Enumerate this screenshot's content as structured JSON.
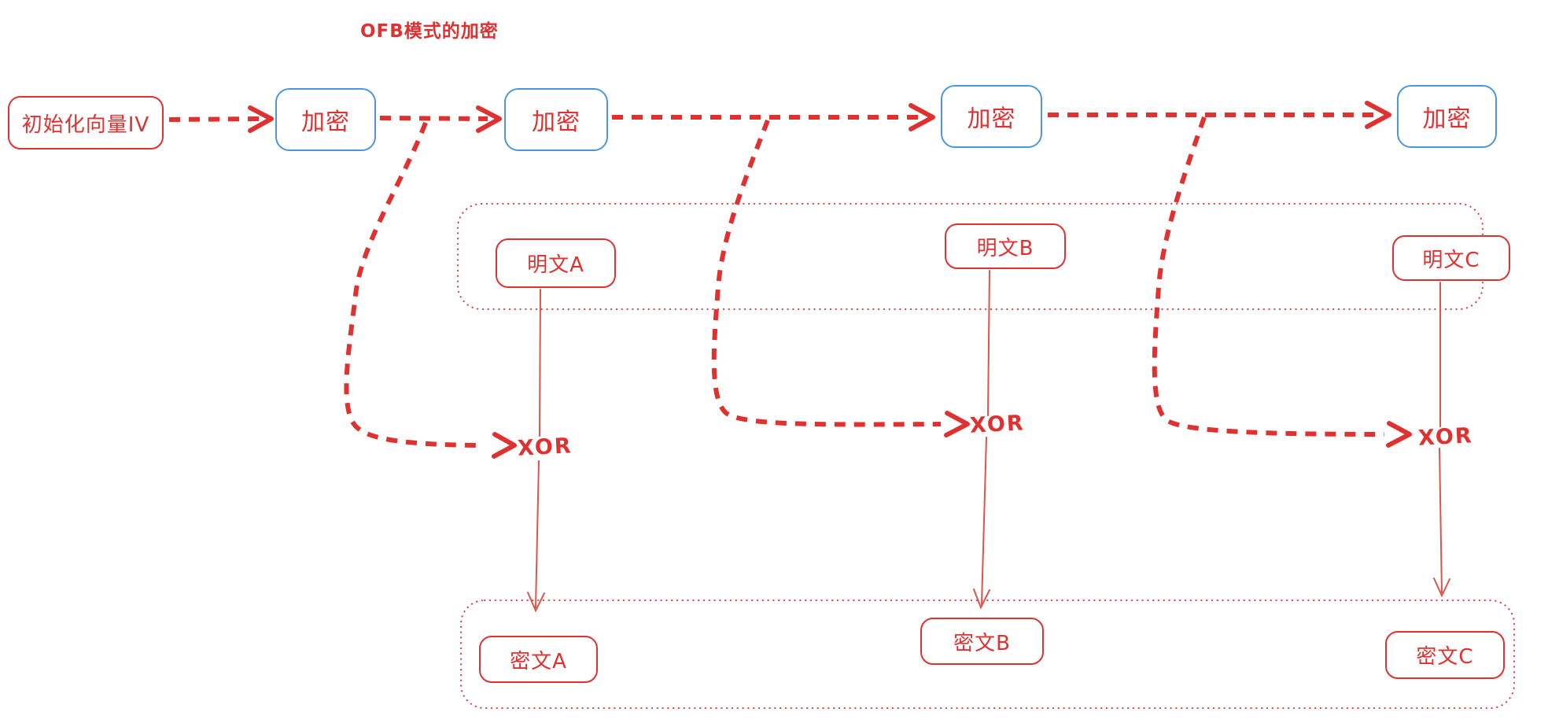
{
  "title": "OFB模式的加密",
  "diagram": {
    "iv": {
      "label": "初始化向量IV"
    },
    "encrypts": [
      {
        "label": "加密"
      },
      {
        "label": "加密"
      },
      {
        "label": "加密"
      },
      {
        "label": "加密"
      }
    ],
    "plaintexts": [
      {
        "label": "明文A"
      },
      {
        "label": "明文B"
      },
      {
        "label": "明文C"
      }
    ],
    "ciphertexts": [
      {
        "label": "密文A"
      },
      {
        "label": "密文B"
      },
      {
        "label": "密文C"
      }
    ],
    "xors": [
      "XOR",
      "XOR",
      "XOR"
    ],
    "colors": {
      "stroke_red": "#e03131",
      "stroke_blue": "#4e96d9",
      "background": "#ffffff"
    }
  }
}
